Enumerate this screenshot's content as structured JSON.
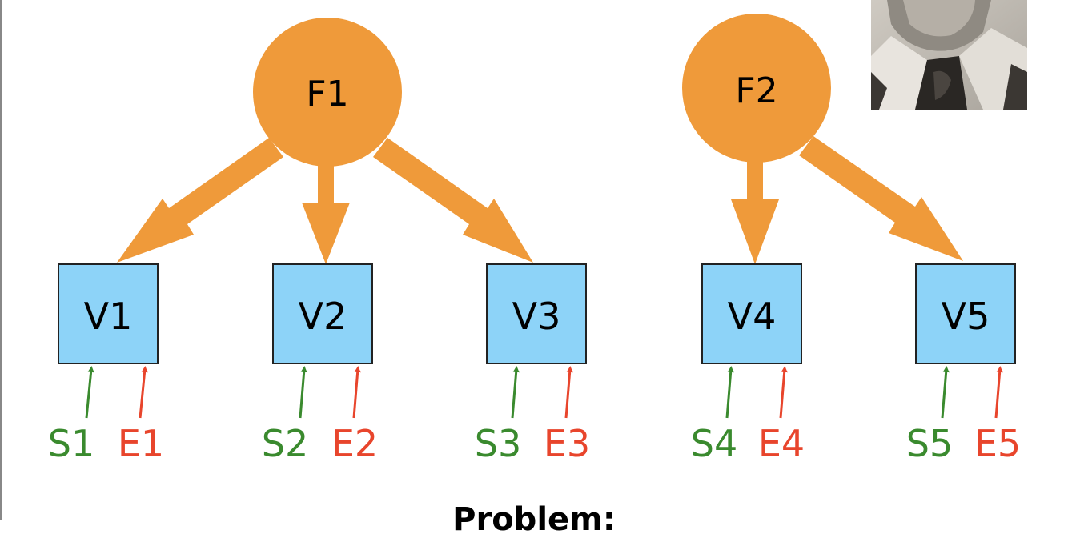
{
  "colors": {
    "factor": "#EF9A3A",
    "box_fill": "#8DD3F8",
    "specific": "#3A8A2E",
    "error": "#E8452C"
  },
  "factors": [
    {
      "id": "F1",
      "label": "F1",
      "loads_on": [
        "V1",
        "V2",
        "V3"
      ]
    },
    {
      "id": "F2",
      "label": "F2",
      "loads_on": [
        "V4",
        "V5"
      ]
    }
  ],
  "variables": [
    {
      "id": "V1",
      "label": "V1",
      "specific": "S1",
      "error": "E1"
    },
    {
      "id": "V2",
      "label": "V2",
      "specific": "S2",
      "error": "E2"
    },
    {
      "id": "V3",
      "label": "V3",
      "specific": "S3",
      "error": "E3"
    },
    {
      "id": "V4",
      "label": "V4",
      "specific": "S4",
      "error": "E4"
    },
    {
      "id": "V5",
      "label": "V5",
      "specific": "S5",
      "error": "E5"
    }
  ],
  "footer_text": "Problem:",
  "portrait": {
    "icon": "portrait-photo"
  }
}
